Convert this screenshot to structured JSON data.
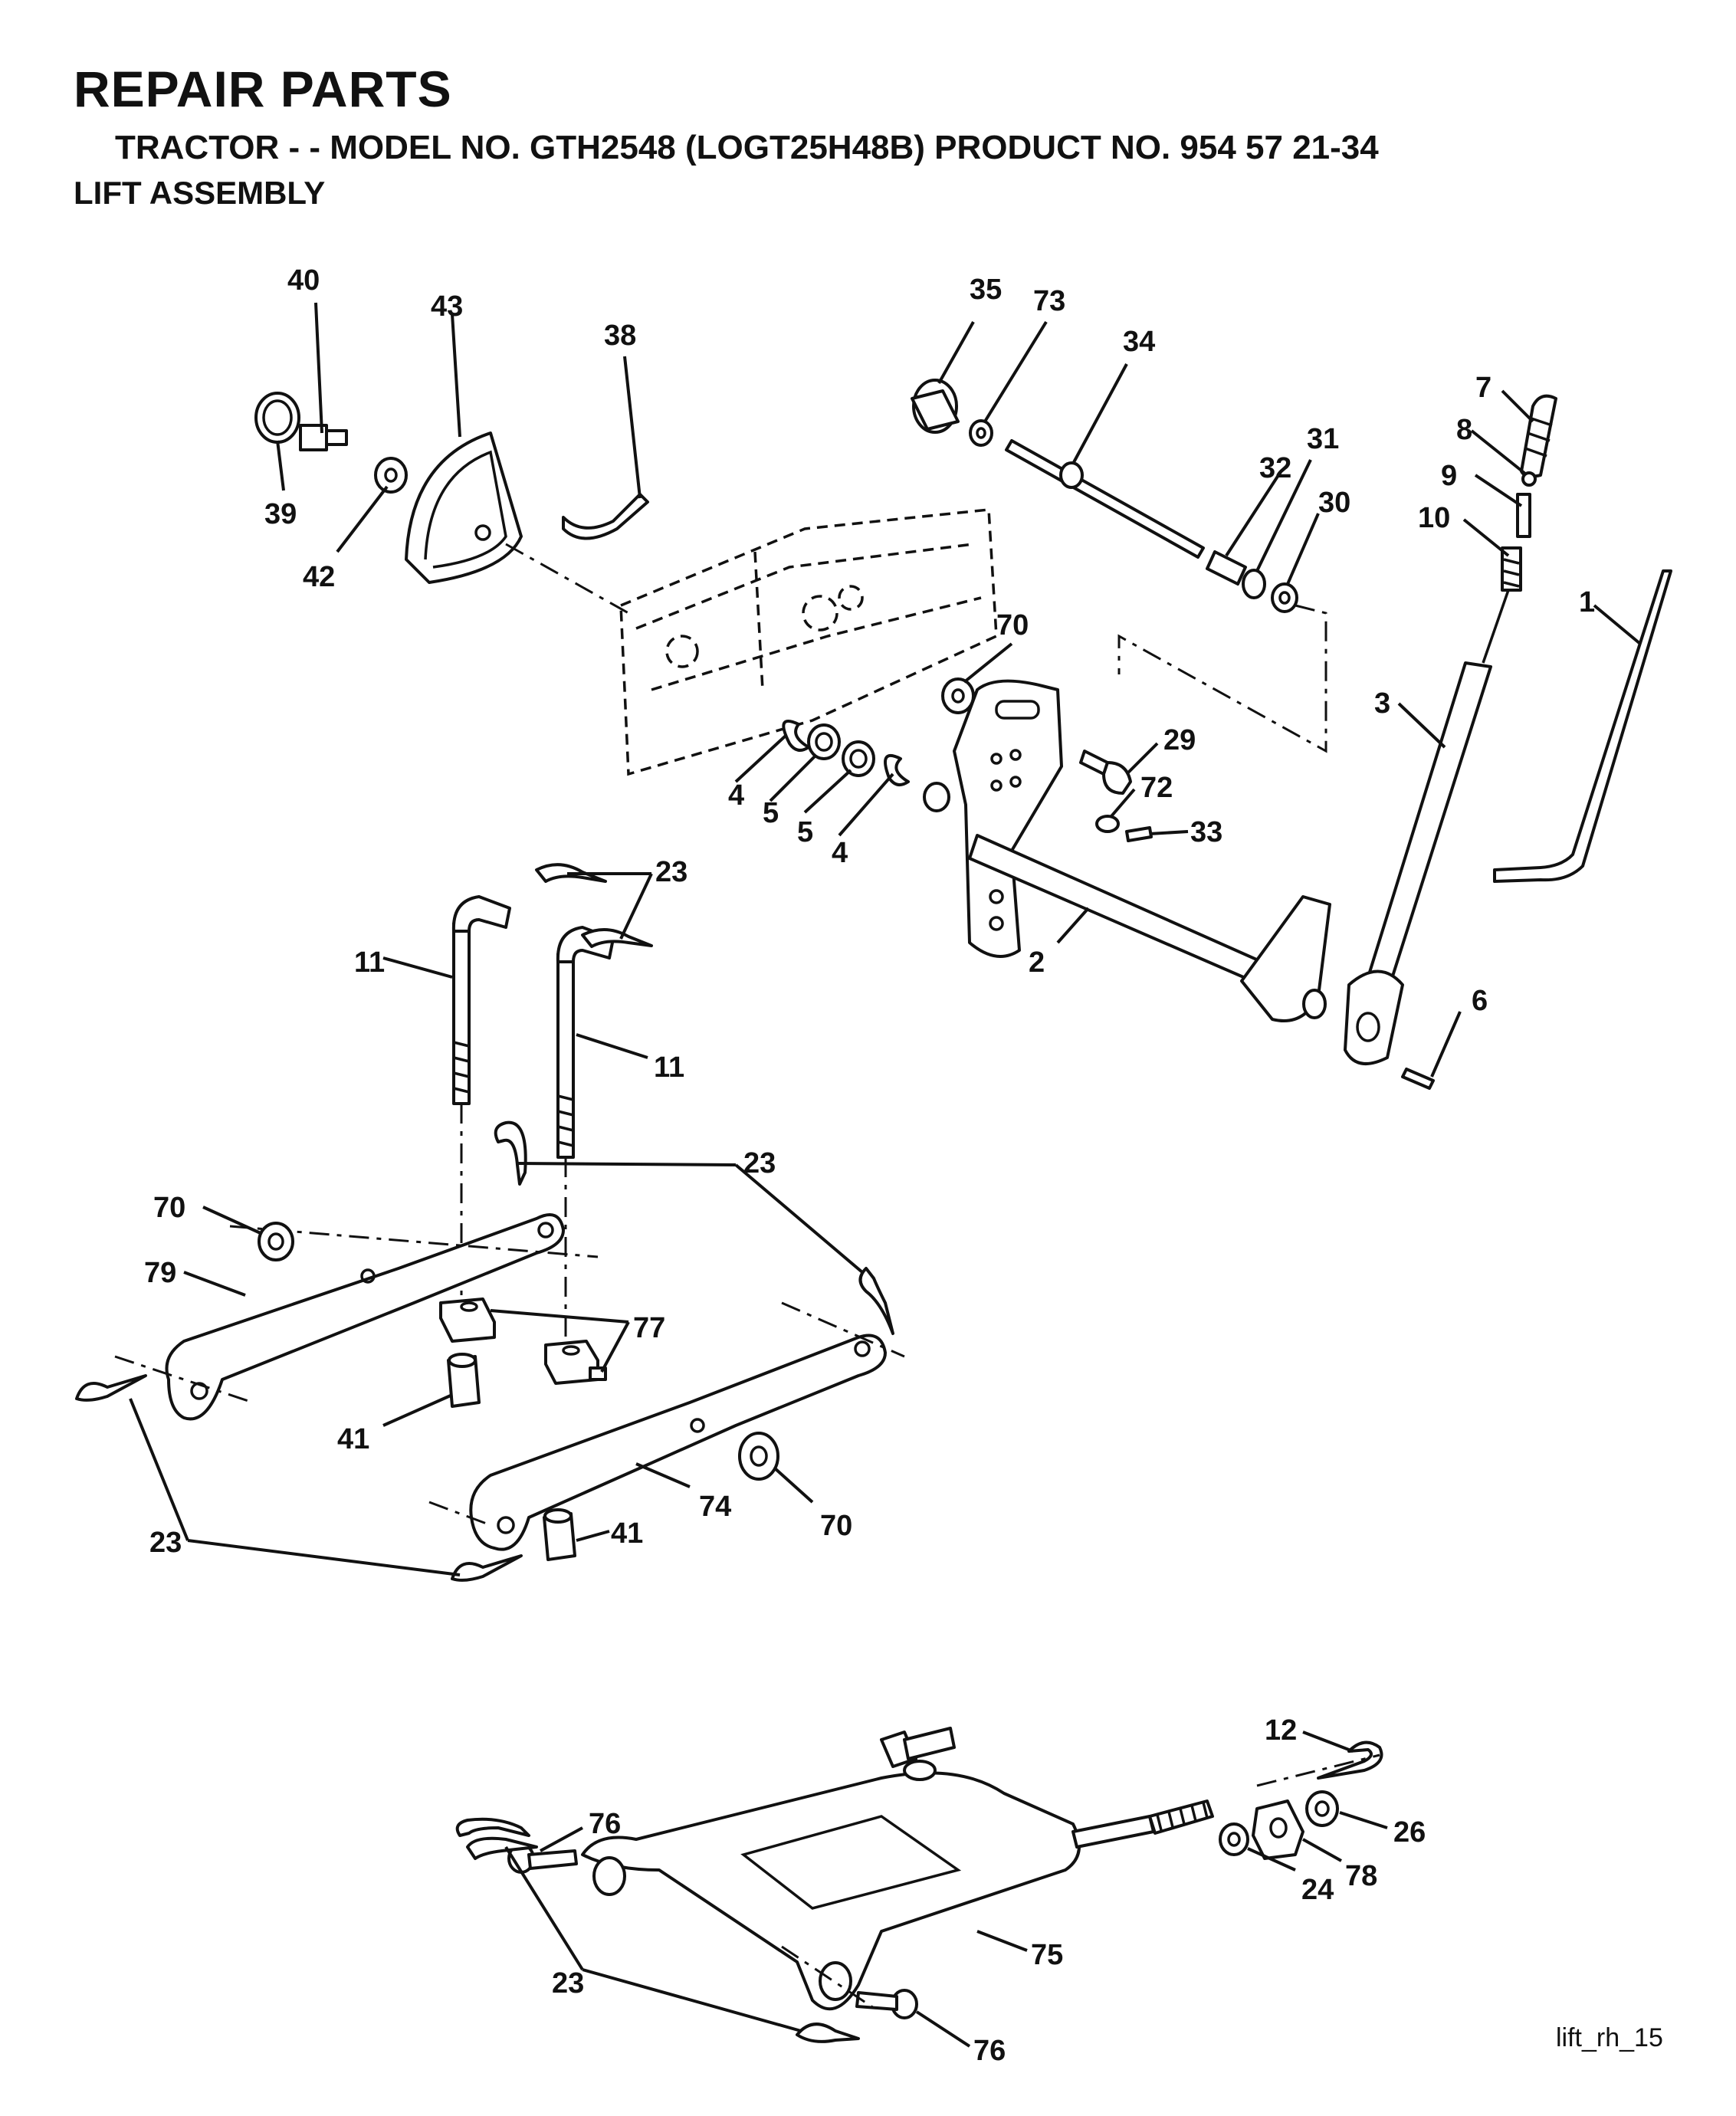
{
  "header": {
    "title": "REPAIR PARTS",
    "subtitle": "TRACTOR - - MODEL NO. GTH2548 (LOGT25H48B) PRODUCT NO. 954 57 21-34",
    "section": "LIFT ASSEMBLY"
  },
  "footer": {
    "drawing_id": "lift_rh_15"
  },
  "callouts": [
    {
      "id": "c40",
      "label": "40"
    },
    {
      "id": "c43",
      "label": "43"
    },
    {
      "id": "c38",
      "label": "38"
    },
    {
      "id": "c39",
      "label": "39"
    },
    {
      "id": "c42",
      "label": "42"
    },
    {
      "id": "c35",
      "label": "35"
    },
    {
      "id": "c73",
      "label": "73"
    },
    {
      "id": "c34",
      "label": "34"
    },
    {
      "id": "c7",
      "label": "7"
    },
    {
      "id": "c8",
      "label": "8"
    },
    {
      "id": "c9",
      "label": "9"
    },
    {
      "id": "c10",
      "label": "10"
    },
    {
      "id": "c31",
      "label": "31"
    },
    {
      "id": "c32",
      "label": "32"
    },
    {
      "id": "c30",
      "label": "30"
    },
    {
      "id": "c1",
      "label": "1"
    },
    {
      "id": "c3",
      "label": "3"
    },
    {
      "id": "c70a",
      "label": "70"
    },
    {
      "id": "c29",
      "label": "29"
    },
    {
      "id": "c72",
      "label": "72"
    },
    {
      "id": "c33",
      "label": "33"
    },
    {
      "id": "c4a",
      "label": "4"
    },
    {
      "id": "c5a",
      "label": "5"
    },
    {
      "id": "c5b",
      "label": "5"
    },
    {
      "id": "c4b",
      "label": "4"
    },
    {
      "id": "c23a",
      "label": "23"
    },
    {
      "id": "c2",
      "label": "2"
    },
    {
      "id": "c11a",
      "label": "11"
    },
    {
      "id": "c11b",
      "label": "11"
    },
    {
      "id": "c6",
      "label": "6"
    },
    {
      "id": "c23b",
      "label": "23"
    },
    {
      "id": "c70b",
      "label": "70"
    },
    {
      "id": "c79",
      "label": "79"
    },
    {
      "id": "c77",
      "label": "77"
    },
    {
      "id": "c41a",
      "label": "41"
    },
    {
      "id": "c74",
      "label": "74"
    },
    {
      "id": "c70c",
      "label": "70"
    },
    {
      "id": "c23c",
      "label": "23"
    },
    {
      "id": "c41b",
      "label": "41"
    },
    {
      "id": "c12",
      "label": "12"
    },
    {
      "id": "c76a",
      "label": "76"
    },
    {
      "id": "c26",
      "label": "26"
    },
    {
      "id": "c78",
      "label": "78"
    },
    {
      "id": "c24",
      "label": "24"
    },
    {
      "id": "c75",
      "label": "75"
    },
    {
      "id": "c23d",
      "label": "23"
    },
    {
      "id": "c76b",
      "label": "76"
    }
  ]
}
